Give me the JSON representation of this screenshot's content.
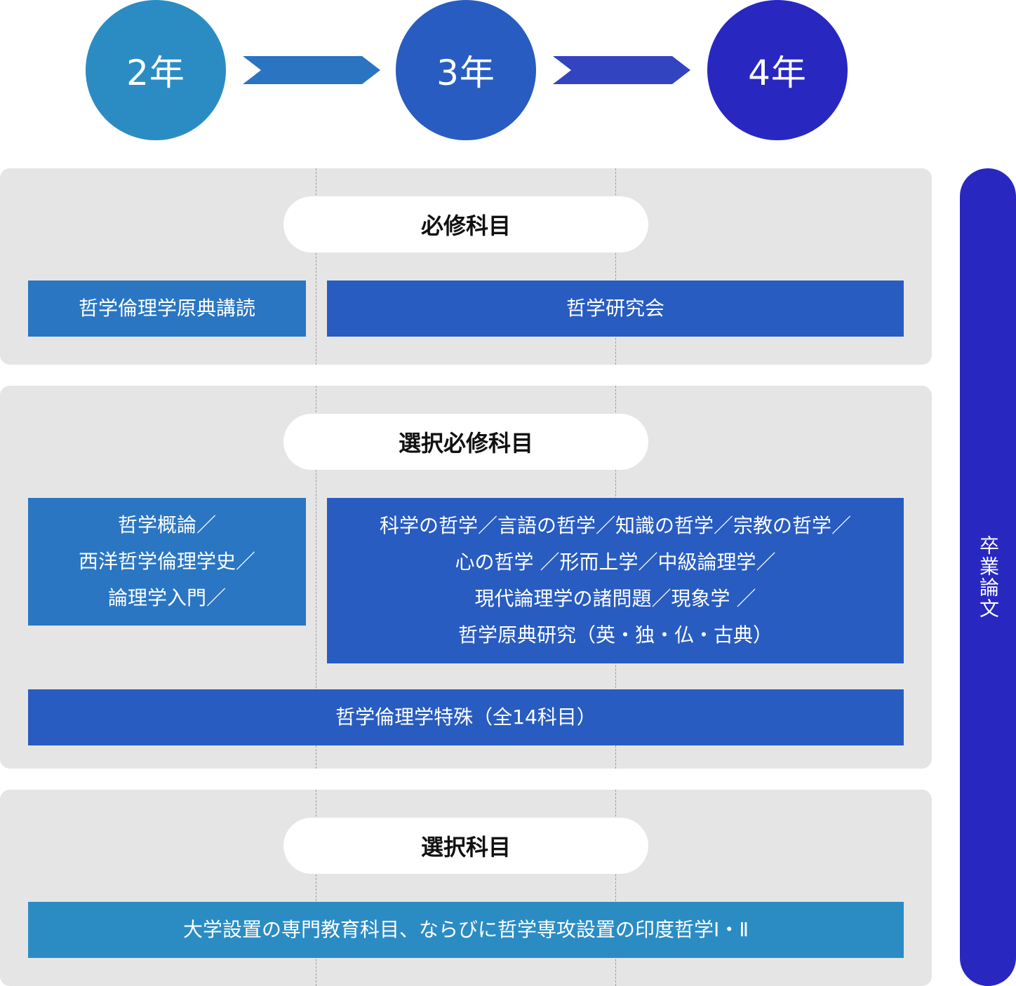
{
  "years": [
    {
      "label": "2年",
      "color": "#2b8cc4"
    },
    {
      "label": "3年",
      "color": "#285cc0"
    },
    {
      "label": "4年",
      "color": "#2828c0"
    }
  ],
  "arrow_colors": [
    "#2a74c2",
    "#3344c0"
  ],
  "thesis": {
    "label": "卒業論文",
    "color": "#2828c0"
  },
  "sections": {
    "required": {
      "title": "必修科目",
      "box_left": "哲学倫理学原典講読",
      "box_right": "哲学研究会"
    },
    "elective_required": {
      "title": "選択必修科目",
      "box_left_lines": [
        "哲学概論／",
        "西洋哲学倫理学史／",
        "論理学入門／"
      ],
      "box_right_lines": [
        "科学の哲学／言語の哲学／知識の哲学／宗教の哲学／",
        "心の哲学 ／形而上学／中級論理学／",
        "現代論理学の諸問題／現象学 ／",
        "哲学原典研究（英・独・仏・古典）"
      ],
      "box_full": "哲学倫理学特殊（全14科目）"
    },
    "elective": {
      "title": "選択科目",
      "box_full": "大学設置の専門教育科目、ならびに哲学専攻設置の印度哲学Ⅰ・Ⅱ"
    }
  },
  "colors": {
    "box_light": "#2a76c2",
    "box_dark": "#285cc0",
    "box_teal": "#2b8cc4",
    "section_bg": "#e6e5e6"
  }
}
